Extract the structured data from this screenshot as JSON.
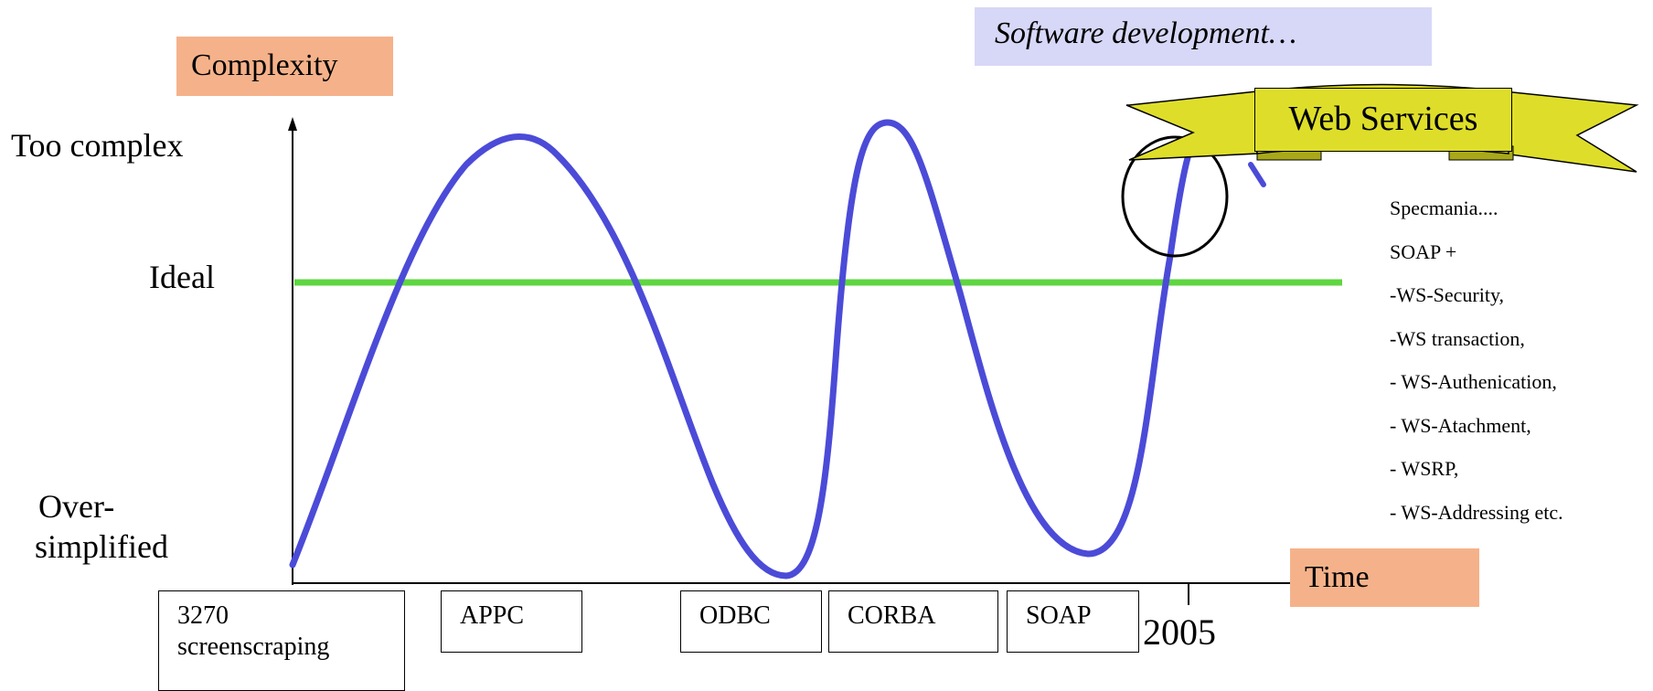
{
  "subtitle": "Software development…",
  "axes": {
    "y_title": "Complexity",
    "x_title": "Time",
    "y_levels": {
      "top": "Too complex",
      "middle": "Ideal",
      "bottom_line1": "Over-",
      "bottom_line2": "simplified"
    },
    "year": "2005"
  },
  "technologies": [
    {
      "line1": "3270",
      "line2": "screenscraping"
    },
    {
      "line1": "APPC",
      "line2": ""
    },
    {
      "line1": "ODBC",
      "line2": ""
    },
    {
      "line1": "CORBA",
      "line2": ""
    },
    {
      "line1": "SOAP",
      "line2": ""
    }
  ],
  "banner": {
    "label": "Web Services"
  },
  "specs": {
    "items": [
      "Specmania....",
      "SOAP +",
      "-WS-Security,",
      "-WS transaction,",
      "- WS-Authenication,",
      "- WS-Atachment,",
      "- WSRP,",
      "- WS-Addressing etc."
    ]
  },
  "colors": {
    "curve": "#4b4bd8",
    "ideal_line": "#5ed640",
    "banner_fill": "#dede2a",
    "badge": "#f5b28a",
    "subtitle_bg": "#d7d7f7"
  }
}
